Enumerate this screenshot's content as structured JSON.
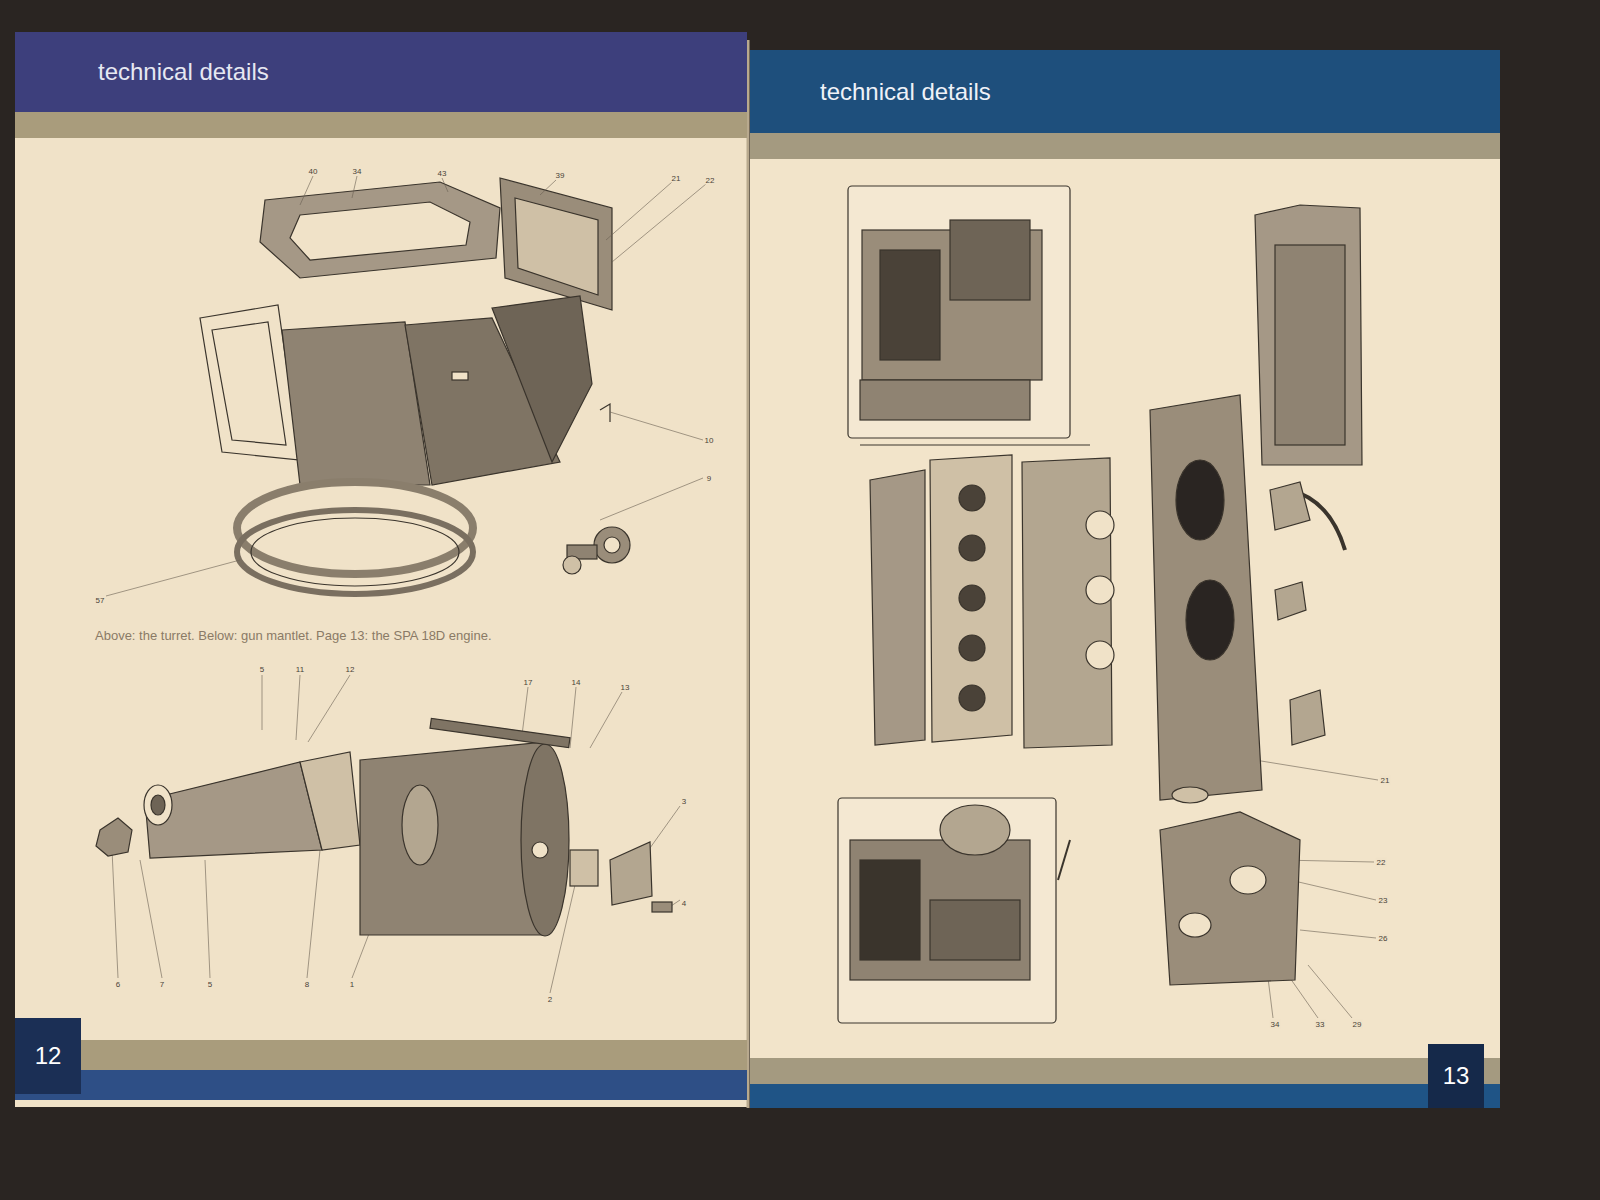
{
  "diagram": {
    "caption": "Above: the turret. Below: gun mantlet. Page 13: the SPA 18D engine.",
    "nodes": [
      {
        "text": [
          "technical details"
        ]
      },
      {
        "text": [
          "12"
        ]
      },
      {
        "text": [
          "technical details"
        ]
      },
      {
        "text": [
          "13"
        ]
      }
    ],
    "labels": [
      "40",
      "34",
      "43",
      "39",
      "21",
      "22",
      "57",
      "9",
      "10",
      "5",
      "11",
      "12",
      "17",
      "14",
      "13",
      "6",
      "7",
      "5",
      "8",
      "1",
      "2",
      "3",
      "4",
      "21",
      "22",
      "23",
      "26",
      "29",
      "33",
      "34"
    ]
  }
}
